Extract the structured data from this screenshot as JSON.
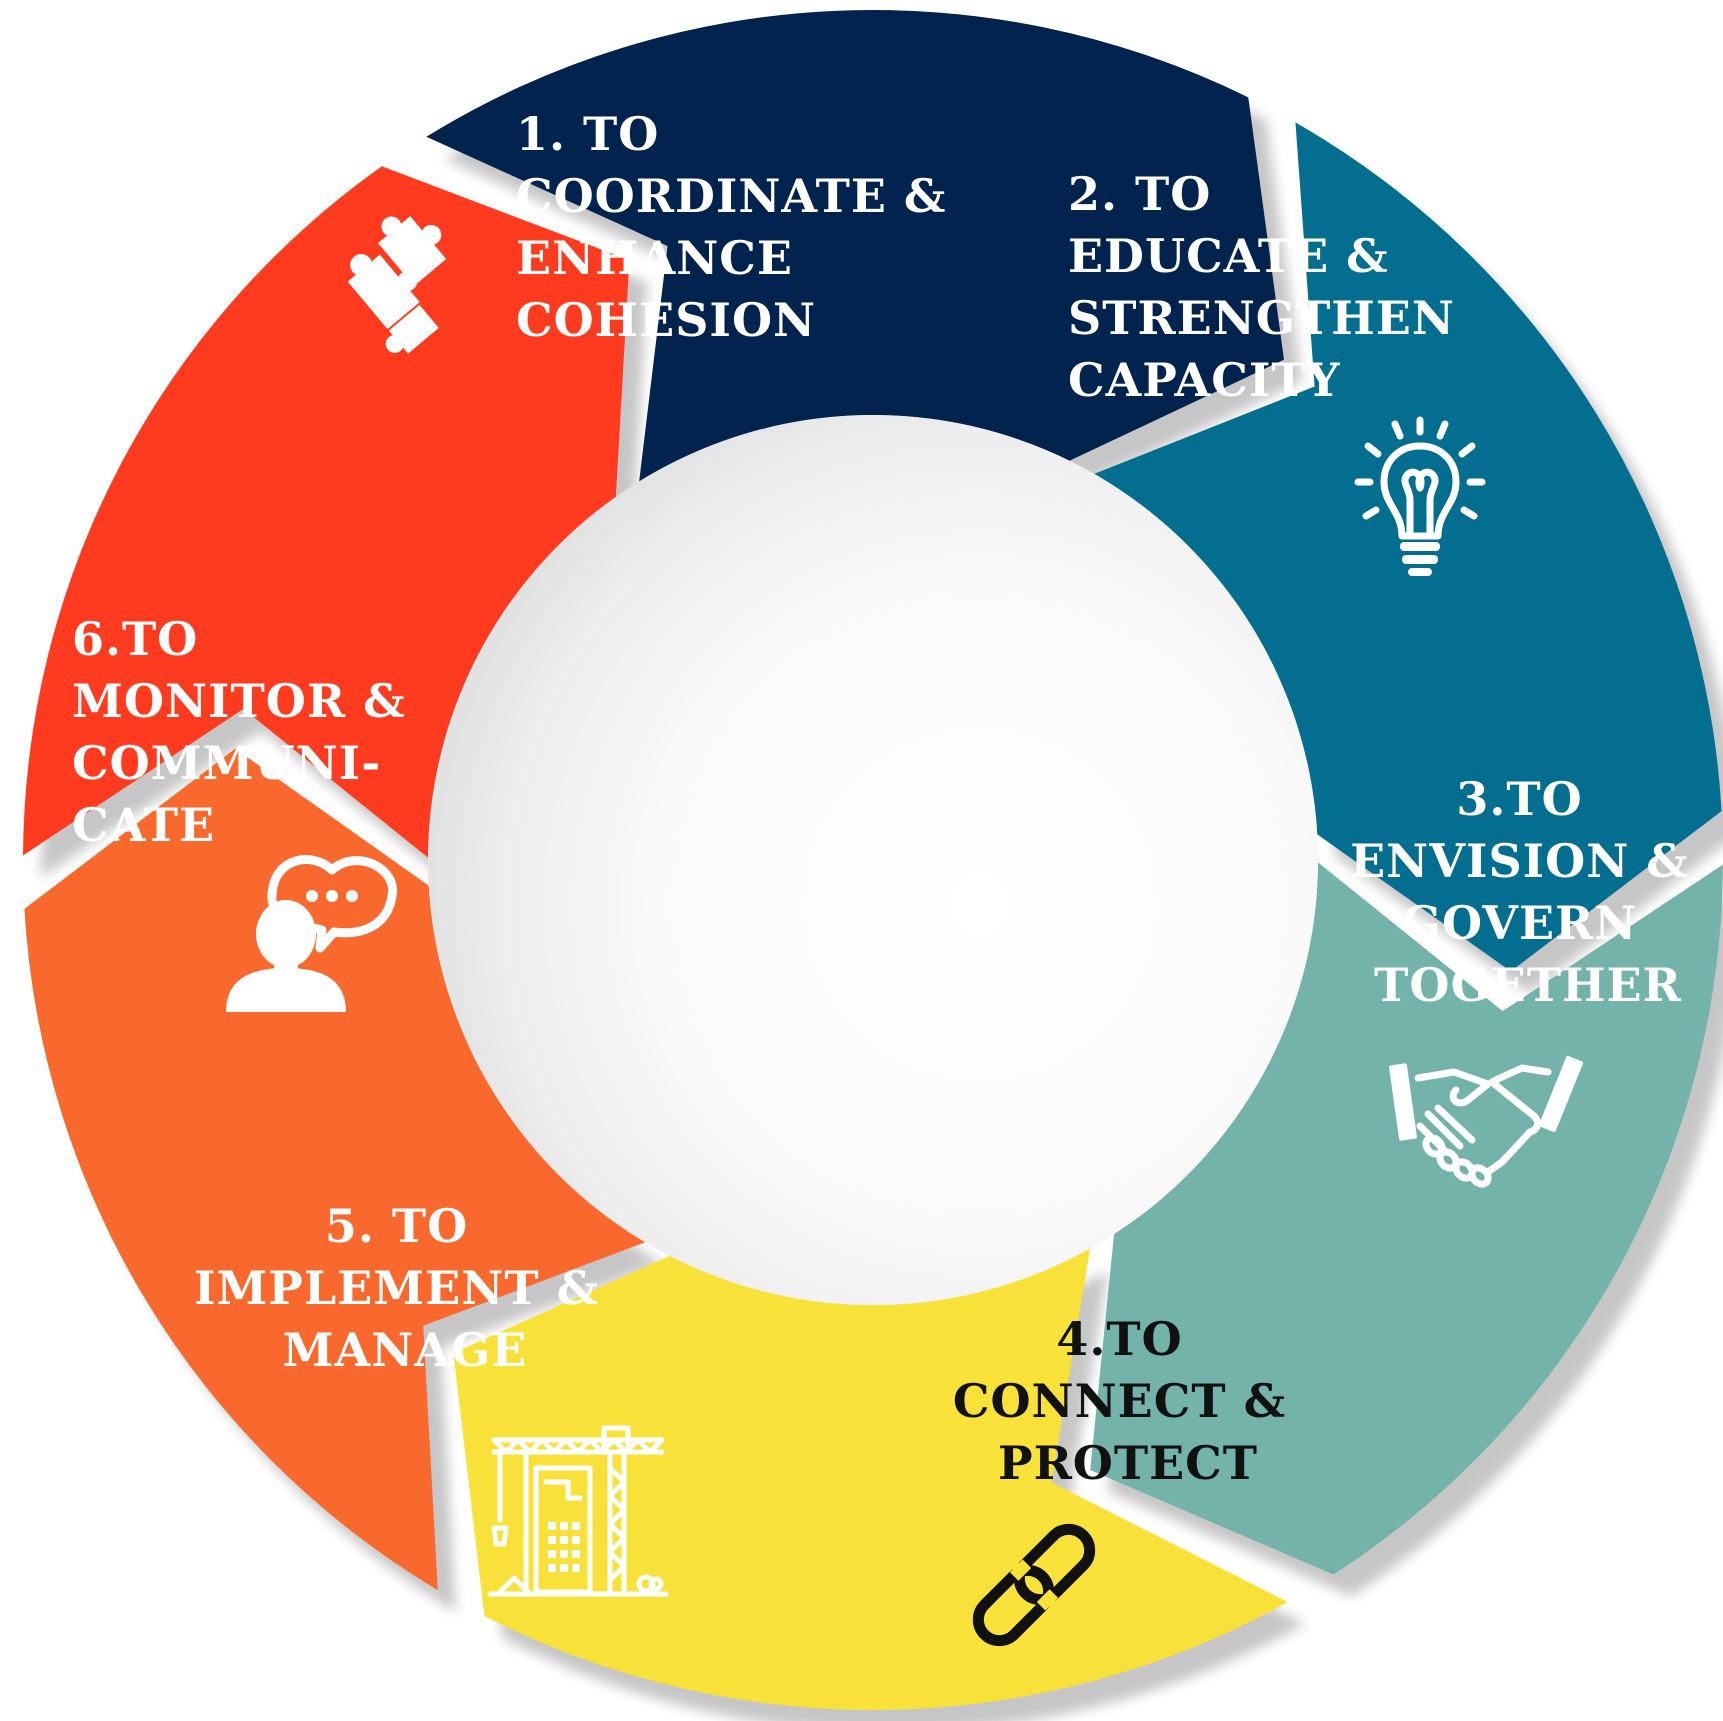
{
  "segments": [
    {
      "id": "seg1",
      "lines": [
        "1. TO",
        "COORDINATE &",
        "ENHANCE",
        "COHESION"
      ],
      "color": "#03234f",
      "text_color": "#ffffff",
      "icon": "puzzle-icon"
    },
    {
      "id": "seg2",
      "lines": [
        "2. TO",
        "EDUCATE &",
        "STRENGTHEN",
        "CAPACITY"
      ],
      "color": "#046e91",
      "text_color": "#ffffff",
      "icon": "lightbulb-icon"
    },
    {
      "id": "seg3",
      "lines": [
        "3.TO",
        "ENVISION &",
        "GOVERN",
        "TOGETHER"
      ],
      "color": "#74b3a9",
      "text_color": "#ffffff",
      "icon": "handshake-icon"
    },
    {
      "id": "seg4",
      "lines": [
        "4.TO",
        "CONNECT &",
        "PROTECT"
      ],
      "color": "#f8e23a",
      "text_color": "#111111",
      "icon": "chain-link-icon"
    },
    {
      "id": "seg5",
      "lines": [
        "5. TO",
        "IMPLEMENT &",
        "MANAGE"
      ],
      "color": "#f9692d",
      "text_color": "#ffffff",
      "icon": "construction-crane-icon"
    },
    {
      "id": "seg6",
      "lines": [
        "6.TO",
        "MONITOR &",
        "COMMUNI-",
        "CATE"
      ],
      "color": "#ff3b1f",
      "text_color": "#ffffff",
      "icon": "person-speech-icon"
    }
  ]
}
